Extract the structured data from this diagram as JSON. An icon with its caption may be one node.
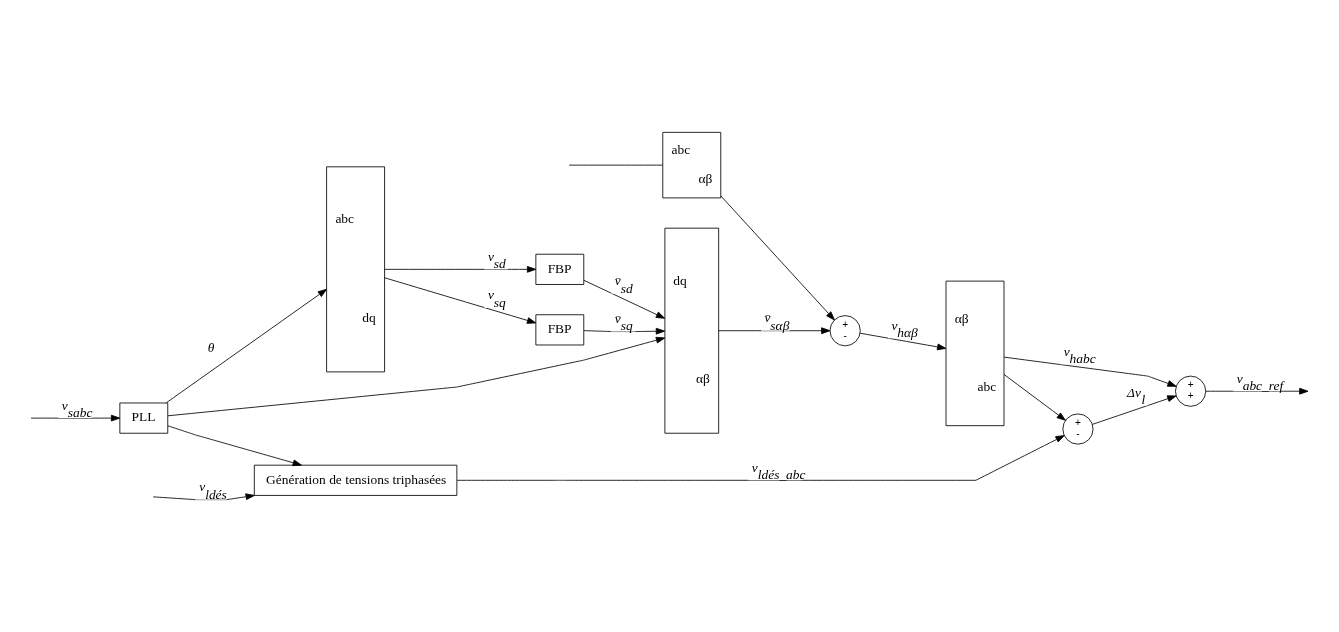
{
  "diagram": {
    "nodes": [
      {
        "text": [
          "abc",
          "αβ"
        ]
      },
      {
        "text": [
          "PLL"
        ]
      },
      {
        "text": [
          "abc",
          "dq"
        ]
      },
      {
        "text": [
          "FBP"
        ]
      },
      {
        "text": [
          "FBP"
        ]
      },
      {
        "text": [
          "dq",
          "αβ"
        ]
      },
      {
        "text": [
          "+",
          "-"
        ]
      },
      {
        "text": [
          "αβ",
          "abc"
        ]
      },
      {
        "text": [
          "+",
          "+"
        ]
      },
      {
        "text": [
          "Génération de tensions triphasées"
        ]
      },
      {
        "text": [
          "+",
          "-"
        ]
      }
    ],
    "edges": [
      {
        "from": null,
        "to": 1,
        "arrow": "to",
        "label": "v$_{sabc}$"
      },
      {
        "from": null,
        "to": 0,
        "arrow": "none"
      },
      {
        "from": 1,
        "to": 2,
        "arrow": "to",
        "label": "θ"
      },
      {
        "from": 1,
        "to": 5,
        "arrow": "to"
      },
      {
        "from": 1,
        "to": 9,
        "arrow": "to"
      },
      {
        "from": 2,
        "to": 3,
        "arrow": "to",
        "label": "v$_{sd}$"
      },
      {
        "from": 2,
        "to": 4,
        "arrow": "to",
        "label": "v$_{sq}$"
      },
      {
        "from": 3,
        "to": 5,
        "arrow": "to",
        "label": "v̄$_{sd}$"
      },
      {
        "from": 4,
        "to": 5,
        "arrow": "to",
        "label": "v̄$_{sq}$"
      },
      {
        "from": 5,
        "to": 6,
        "arrow": "to",
        "label": "v̄$_{sαβ}$"
      },
      {
        "from": 0,
        "to": 6,
        "arrow": "to"
      },
      {
        "from": 6,
        "to": 7,
        "arrow": "to",
        "label": "v$_{hαβ}$"
      },
      {
        "from": 7,
        "to": 8,
        "arrow": "to",
        "label": "v$_{habc}$"
      },
      {
        "from": 7,
        "to": 10,
        "arrow": "to"
      },
      {
        "from": 8,
        "to": null,
        "arrow": "to",
        "label": "v$_{abc_ref}$"
      },
      {
        "from": null,
        "to": 9,
        "arrow": "to",
        "label": "v$_{ldés}$"
      },
      {
        "from": 9,
        "to": 10,
        "arrow": "to",
        "label": "v$_{ldés_abc}$"
      },
      {
        "from": 10,
        "to": 8,
        "arrow": "to",
        "label": "Δv$_{l}$"
      }
    ]
  }
}
